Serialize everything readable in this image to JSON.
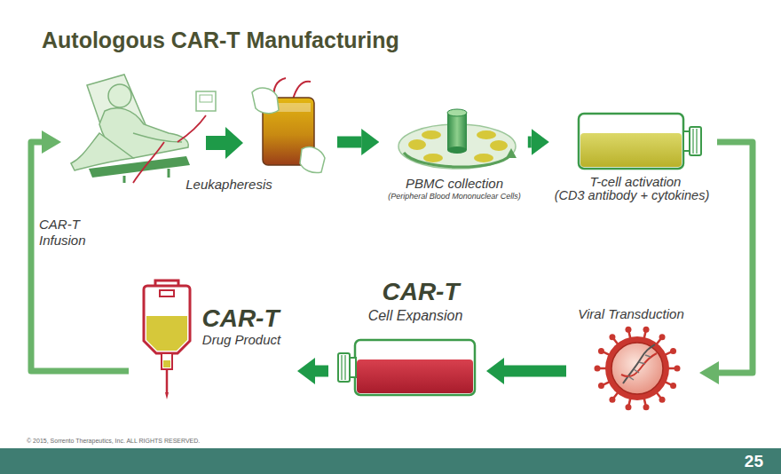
{
  "diagram": {
    "title": "Autologous CAR-T Manufacturing",
    "nodes": [
      {
        "text": [
          "Leukapheresis"
        ]
      },
      {
        "text": [
          "PBMC collection",
          "(Peripheral Blood Mononuclear Cells)"
        ]
      },
      {
        "text": [
          "T-cell activation",
          "(CD3 antibody + cytokines)"
        ]
      },
      {
        "text": [
          "Viral Transduction"
        ]
      },
      {
        "text": [
          "CAR-T",
          "Cell Expansion"
        ]
      },
      {
        "text": [
          "CAR-T",
          "Drug Product"
        ]
      }
    ],
    "edges": [
      {
        "from": 0,
        "to": 1,
        "arrow": "to"
      },
      {
        "from": 1,
        "to": 2,
        "arrow": "to"
      },
      {
        "from": 2,
        "to": 3,
        "arrow": "to"
      },
      {
        "from": 3,
        "to": 4,
        "arrow": "to"
      },
      {
        "from": 4,
        "to": 5,
        "arrow": "to"
      },
      {
        "from": 5,
        "to": 0,
        "arrow": "to",
        "label": "CAR-T Infusion"
      }
    ],
    "labels": [
      "© 2015, Sorrento Therapeutics, Inc. ALL RIGHTS RESERVED.",
      "25"
    ]
  }
}
